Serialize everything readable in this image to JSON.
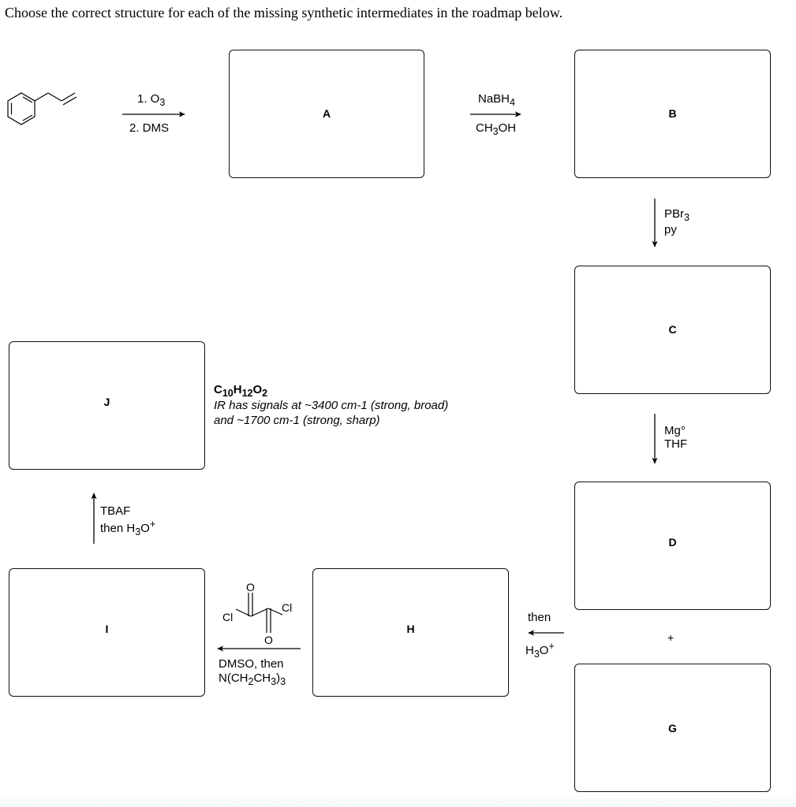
{
  "question": "Choose the correct structure for each of the missing synthetic intermediates in the roadmap below.",
  "boxes": {
    "A": "A",
    "B": "B",
    "C": "C",
    "D": "D",
    "G": "G",
    "H": "H",
    "I": "I",
    "J": "J"
  },
  "plus": "+",
  "reagents": {
    "ozonolysis_1": {
      "pre": "1. O",
      "sub": "3"
    },
    "ozonolysis_2": "2. DMS",
    "nabh4": {
      "pre": "NaBH",
      "sub": "4"
    },
    "ch3oh": {
      "pre": "CH",
      "sub": "3",
      "post": "OH"
    },
    "pbr3": {
      "pre": "PBr",
      "sub": "3"
    },
    "py": "py",
    "mg": "Mg°",
    "thf": "THF",
    "then_1": "then",
    "h3o_1": {
      "pre": "H",
      "sub": "3",
      "post": "O",
      "sup": "+"
    },
    "swern_dmso": "DMSO, then",
    "swern_base": {
      "pre": "N(CH",
      "sub1": "2",
      "mid": "CH",
      "sub2": "3",
      "post": ")",
      "sub3": "3"
    },
    "tbaf": "TBAF",
    "then_h3o": {
      "pre": "then H",
      "sub": "3",
      "post": "O",
      "sup": "+"
    }
  },
  "oxalyl_atoms": {
    "cl_left": "Cl",
    "cl_right": "Cl",
    "o_top": "O",
    "o_bottom": "O"
  },
  "hint": {
    "formula": {
      "c": "C",
      "c_sub": "10",
      "h": "H",
      "h_sub": "12",
      "o": "O",
      "o_sub": "2"
    },
    "line1": "IR has signals at ~3400 cm-1 (strong, broad)",
    "line2": "and ~1700 cm-1 (strong, sharp)"
  }
}
